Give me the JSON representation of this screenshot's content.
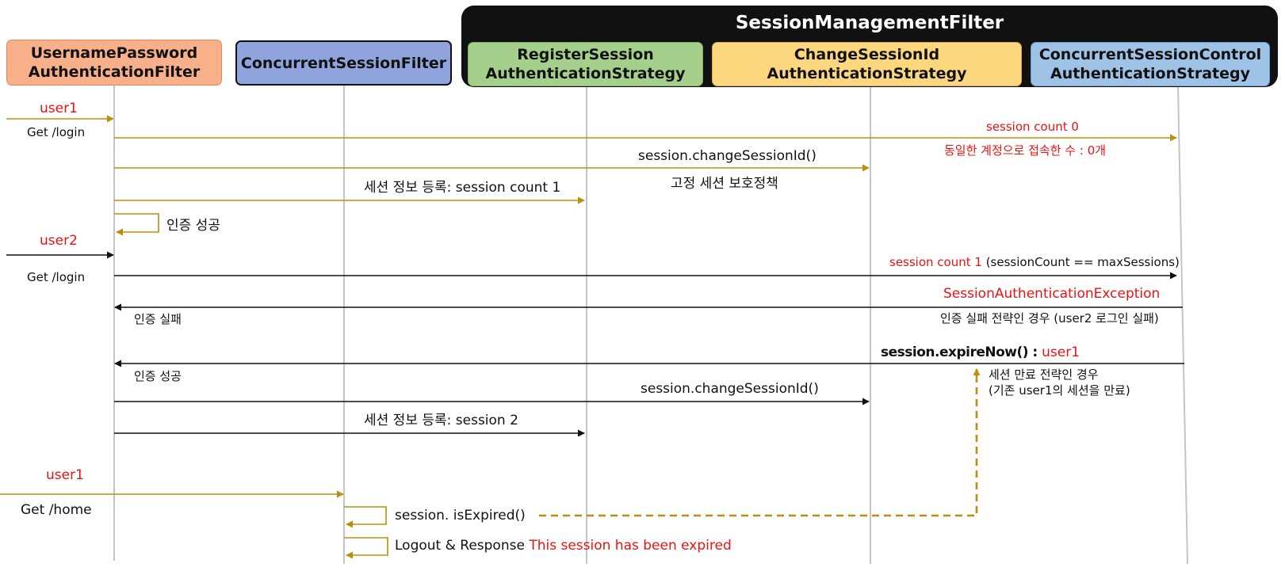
{
  "group": {
    "title": "SessionManagementFilter"
  },
  "participants": {
    "upaf": "UsernamePassword\nAuthenticationFilter",
    "csf": "ConcurrentSessionFilter",
    "rsas": "RegisterSession\nAuthenticationStrategy",
    "csias": "ChangeSessionId\nAuthenticationStrategy",
    "cscas": "ConcurrentSessionControl\nAuthenticationStrategy"
  },
  "messages": {
    "user1_a": "user1",
    "get_login_a": "Get /login",
    "session_count_0": "session count 0",
    "same_account_count": "동일한 계정으로 접속한 수 : 0개",
    "change_session_id_a": "session.changeSessionId()",
    "fixation_protection": "고정 세션 보호정책",
    "register_count_1": "세션 정보 등록: session count 1",
    "auth_success_a": "인증 성공",
    "user2": "user2",
    "get_login_b": "Get /login",
    "session_count_1": "session count 1",
    "session_count_cond": " (sessionCount == maxSessions)",
    "session_auth_exception": "SessionAuthenticationException",
    "auth_fail": "인증 실패",
    "auth_fail_strategy": "인증 실패 전략인 경우 (user2 로그인 실패)",
    "expire_now": "session.expireNow() : ",
    "expire_user1": "user1",
    "auth_success_b": "인증 성공",
    "expire_strategy_1": "세션 만료 전략인 경우",
    "expire_strategy_2": "(기존 user1의 세션을 만료)",
    "change_session_id_b": "session.changeSessionId()",
    "register_session_2": "세션 정보 등록: session 2",
    "user1_b": "user1",
    "get_home": "Get /home",
    "is_expired": "session. isExpired()",
    "logout_response": "Logout & Response ",
    "expired_message": "This session has been expired"
  },
  "colors": {
    "gold": "#b8900b",
    "black": "#111111",
    "red": "#ee1111",
    "upaf_fill": "#f7b08a",
    "csf_fill": "#8fa4dc",
    "rsas_fill": "#a5d08b",
    "csias_fill": "#fdd77e",
    "cscas_fill": "#9ec3e6",
    "group_fill": "#111111"
  }
}
